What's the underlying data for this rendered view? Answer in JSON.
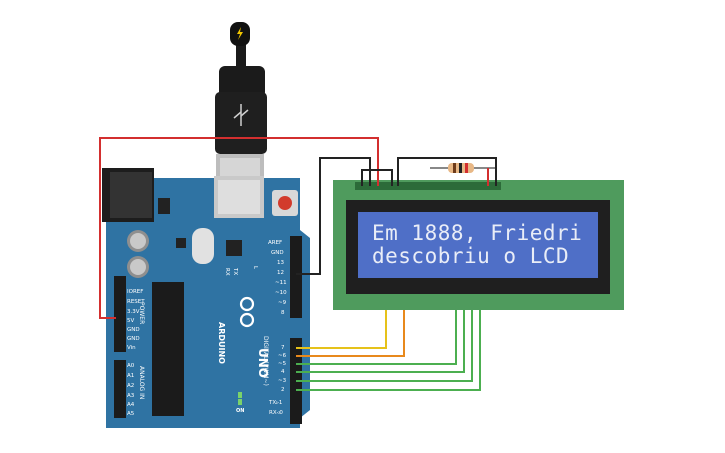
{
  "lcd": {
    "line1": "Em 1888, Friedri",
    "line2": "descobriu o LCD",
    "backlight_color": "#4f6fc7",
    "pcb_color": "#4f9b5d"
  },
  "arduino": {
    "brand": "ARDUINO",
    "model": "UNO",
    "board_color": "#2f73a3",
    "left_header": [
      "IOREF",
      "RESET",
      "3.3V",
      "5V",
      "GND",
      "GND",
      "Vin"
    ],
    "power_label": "POWER",
    "analog_header": [
      "A0",
      "A1",
      "A2",
      "A3",
      "A4",
      "A5"
    ],
    "analog_label": "ANALOG IN",
    "top_header": [
      "AREF",
      "GND",
      "13",
      "12",
      "~11",
      "~10",
      "~9",
      "8"
    ],
    "bottom_header": [
      "7",
      "~6",
      "~5",
      "4",
      "~3",
      "2",
      "TX▹1",
      "RX◃0"
    ],
    "digital_label": "DIGITAL (PWM~)",
    "leds": [
      "TX",
      "RX",
      "L"
    ],
    "on_label": "ON"
  },
  "wires": {
    "red": "#d32f2f",
    "black": "#222222",
    "yellow": "#e6c21a",
    "orange": "#e8891c",
    "green": "#4caf50"
  },
  "icons": [
    "usb-icon",
    "power-bolt-icon",
    "resistor-icon",
    "arduino-logo-icon"
  ]
}
